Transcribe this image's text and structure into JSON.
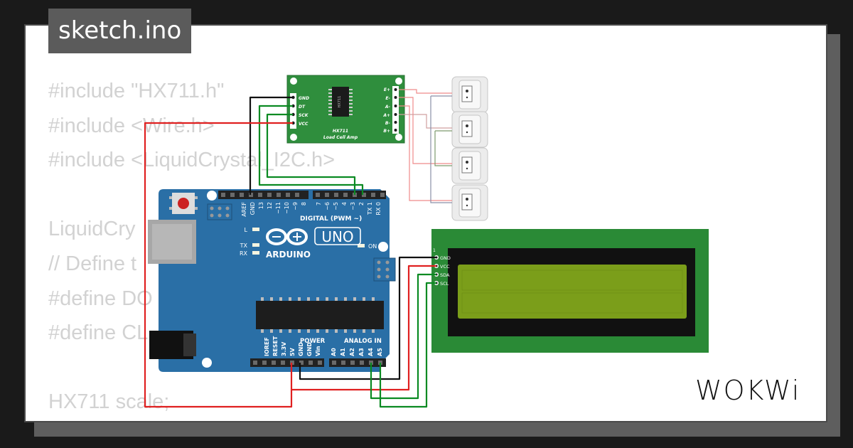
{
  "colors": {
    "background": "#1a1a1a",
    "card": "#ffffff",
    "tab": "#5b5b5b",
    "code_text": "#d2d2d2",
    "board": "#2a6fa6",
    "hx711_board": "#2f8e3d",
    "lcd_frame": "#2a8a36",
    "lcd_screen": "#7b9e1a",
    "wire_red": "#e02020",
    "wire_black": "#111111",
    "wire_green": "#0a8a22"
  },
  "tab": {
    "title": "sketch.ino"
  },
  "code_lines": [
    "#include \"HX711.h\"",
    "#include <Wire.h>",
    "#include <LiquidCrystal_I2C.h>",
    "",
    "LiquidCry",
    "// Define t",
    "#define DO",
    "#define CL",
    "",
    "HX711 scale;"
  ],
  "hx711": {
    "pins_left": [
      "GND",
      "DT",
      "SCK",
      "VCC"
    ],
    "pins_right": [
      "E+",
      "E-",
      "A-",
      "A+",
      "B-",
      "B+"
    ],
    "chip_label": "HX711",
    "title": "HX711",
    "subtitle": "Load Cell Amp"
  },
  "arduino": {
    "brand": "ARDUINO",
    "model": "UNO",
    "digital_label": "DIGITAL (PWM ~)",
    "digital_pins_a": [
      "AREF",
      "GND",
      "13",
      "12",
      "~11",
      "~10",
      "~9",
      "8"
    ],
    "digital_pins_b": [
      "7",
      "~6",
      "~5",
      "4",
      "~3",
      "2",
      "TX 1",
      "RX 0"
    ],
    "led_l": "L",
    "led_tx": "TX",
    "led_rx": "RX",
    "led_on": "ON",
    "power_label": "POWER",
    "analog_label": "ANALOG IN",
    "power_pins": [
      "IOREF",
      "RESET",
      "3.3V",
      "5V",
      "GND",
      "GND",
      "Vin"
    ],
    "analog_pins": [
      "A0",
      "A1",
      "A2",
      "A3",
      "A4",
      "A5"
    ]
  },
  "lcd": {
    "pin_one": "1",
    "pins": [
      "GND",
      "VCC",
      "SDA",
      "SCL"
    ]
  },
  "logo": {
    "text": "WOKWi"
  }
}
